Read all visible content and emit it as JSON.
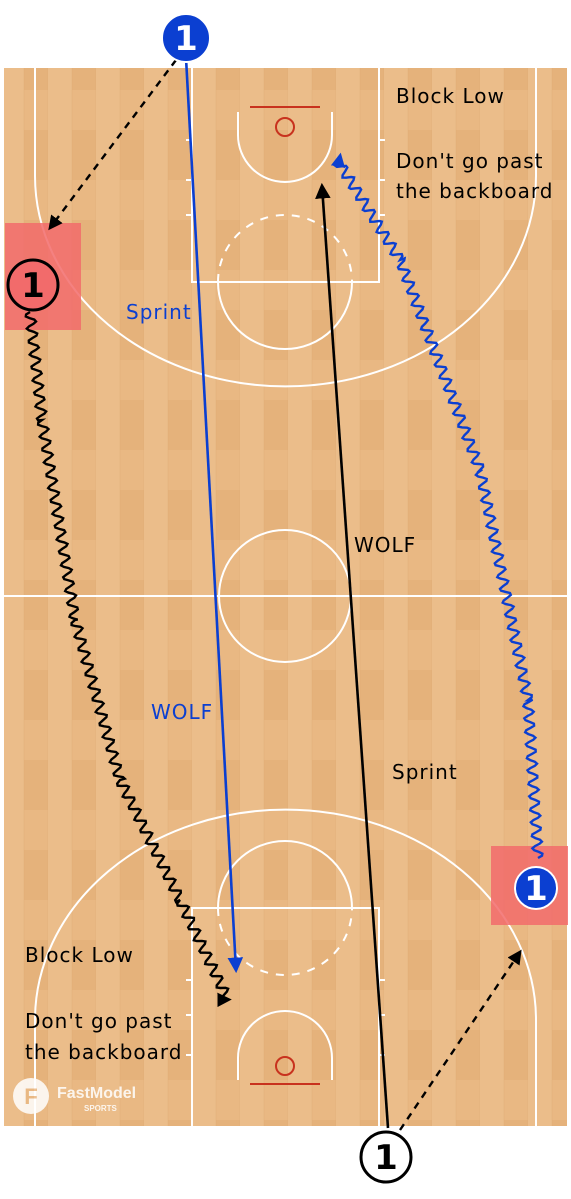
{
  "diagram": {
    "players": {
      "blue_top": "1",
      "blue_right": "1",
      "black_left": "1",
      "black_bottom": "1"
    },
    "labels": {
      "top_block_low": "Block Low",
      "top_dont_go_1": "Don't go past",
      "top_dont_go_2": "the backboard",
      "top_sprint": "Sprint",
      "wolf_right": "WOLF",
      "wolf_left": "WOLF",
      "bottom_sprint": "Sprint",
      "bottom_block_low": "Block Low",
      "bottom_dont_go_1": "Don't go past",
      "bottom_dont_go_2": "the backboard"
    },
    "logo": {
      "name": "FastModel",
      "sub": "SPORTS"
    },
    "colors": {
      "court": "#e9b883",
      "lines": "#ffffff",
      "blue": "#0b3fd1",
      "black": "#000000",
      "highlight": "#f26b6b",
      "rim": "#c8321e"
    }
  }
}
